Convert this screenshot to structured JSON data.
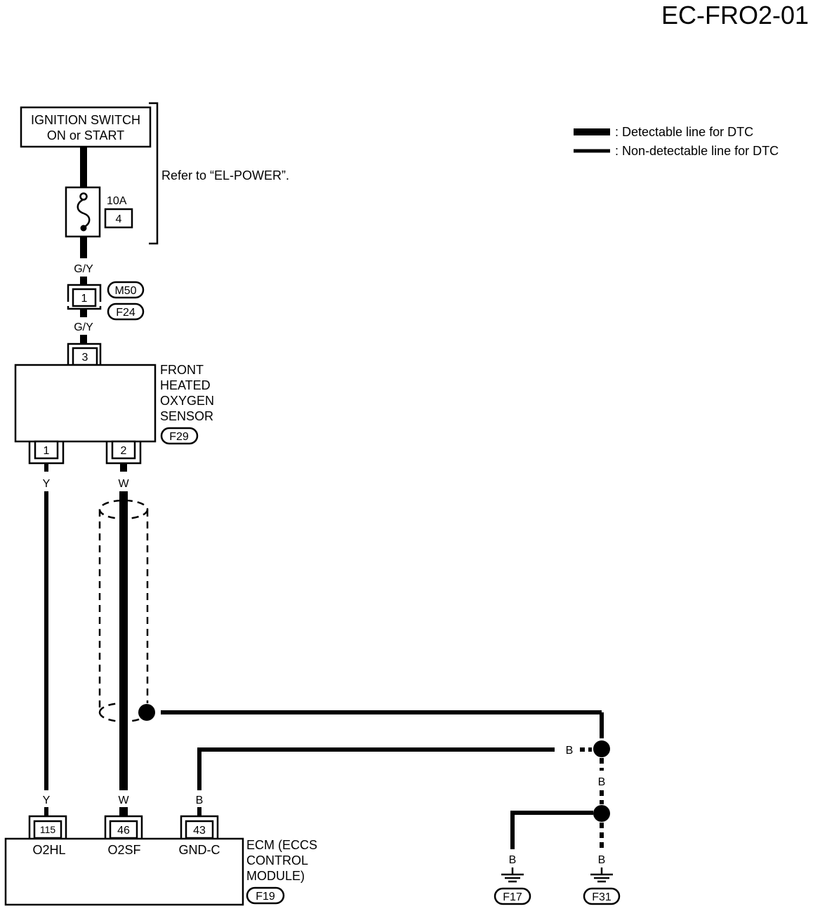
{
  "diagram_id": "EC-FRO2-01",
  "legend": {
    "detectable": ": Detectable line for DTC",
    "non_detectable": ": Non-detectable line for DTC"
  },
  "ignition_switch": {
    "line1": "IGNITION SWITCH",
    "line2": "ON or START"
  },
  "refer_note": "Refer to “EL-POWER”.",
  "fuse": {
    "rating": "10A",
    "number": "4"
  },
  "wires": {
    "power": "G/Y",
    "power2": "G/Y",
    "sensor_left": "Y",
    "sensor_right": "W",
    "ecm_left": "Y",
    "ecm_mid": "W",
    "ecm_right": "B",
    "ground_horizontal": "B",
    "ground_mid": "B",
    "ground_left": "B",
    "ground_right": "B"
  },
  "connector_joint": {
    "pin": "1",
    "top_code": "M50",
    "bottom_code": "F24"
  },
  "sensor": {
    "line1": "FRONT",
    "line2": "HEATED",
    "line3": "OXYGEN",
    "line4": "SENSOR",
    "code": "F29",
    "pin_top": "3",
    "pin_left": "1",
    "pin_right": "2"
  },
  "ecm": {
    "line1": "ECM (ECCS",
    "line2": "CONTROL",
    "line3": "MODULE)",
    "code": "F19",
    "pins": [
      {
        "num": "115",
        "label": "O2HL"
      },
      {
        "num": "46",
        "label": "O2SF"
      },
      {
        "num": "43",
        "label": "GND-C"
      }
    ]
  },
  "grounds": {
    "left": "F17",
    "right": "F31"
  }
}
